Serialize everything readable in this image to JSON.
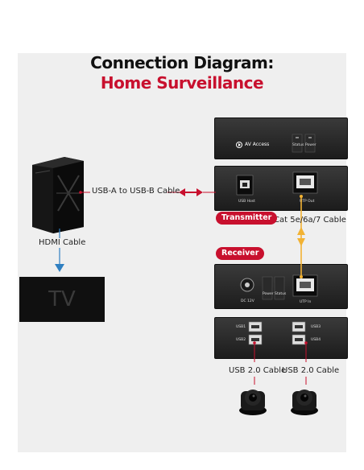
{
  "title": {
    "line1": "Connection Diagram:",
    "line2": "Home Surveillance"
  },
  "labels": {
    "usb_a_b": "USB-A to USB-B Cable",
    "hdmi": "HDMI Cable",
    "cat": "Cat 5e/6a/7 Cable",
    "usb2_left": "USB 2.0 Cable",
    "usb2_right": "USB 2.0 Cable",
    "tv": "TV"
  },
  "badges": {
    "transmitter": "Transmitter",
    "receiver": "Receiver"
  },
  "devices": {
    "brand": "AV Access",
    "status": "Status",
    "power": "Power",
    "usb_host": "USB Host",
    "utp_out": "UTP Out",
    "dc": "DC 12V",
    "utp_in": "UTP In",
    "usb1": "USB1",
    "usb2": "USB2",
    "usb3": "USB3",
    "usb4": "USB4"
  },
  "colors": {
    "accent_red": "#c8102e",
    "link_yellow": "#f2b233",
    "hdmi_blue": "#2f7fc1"
  }
}
